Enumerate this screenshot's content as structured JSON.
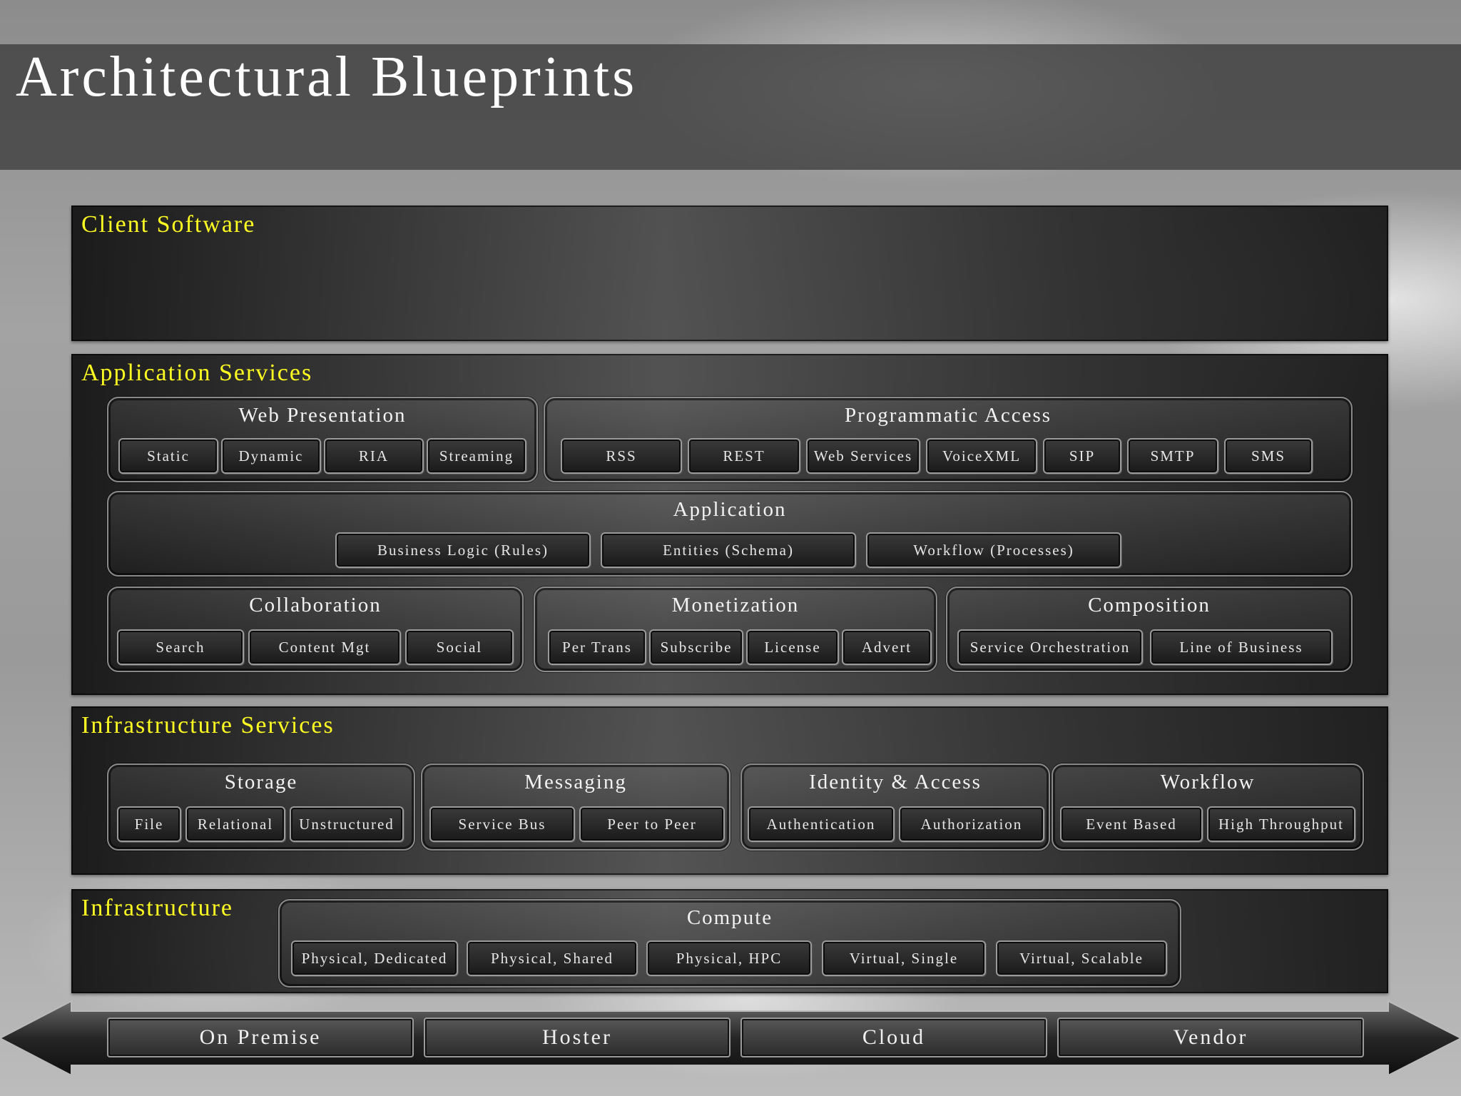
{
  "title": "Architectural Blueprints",
  "client_software": {
    "label": "Client Software"
  },
  "application_services": {
    "label": "Application Services",
    "web_presentation": {
      "title": "Web Presentation",
      "items": [
        "Static",
        "Dynamic",
        "RIA",
        "Streaming"
      ]
    },
    "programmatic_access": {
      "title": "Programmatic Access",
      "items": [
        "RSS",
        "REST",
        "Web Services",
        "VoiceXML",
        "SIP",
        "SMTP",
        "SMS"
      ]
    },
    "application": {
      "title": "Application",
      "items": [
        "Business Logic (Rules)",
        "Entities (Schema)",
        "Workflow (Processes)"
      ]
    },
    "collaboration": {
      "title": "Collaboration",
      "items": [
        "Search",
        "Content Mgt",
        "Social"
      ]
    },
    "monetization": {
      "title": "Monetization",
      "items": [
        "Per Trans",
        "Subscribe",
        "License",
        "Advert"
      ]
    },
    "composition": {
      "title": "Composition",
      "items": [
        "Service Orchestration",
        "Line of Business"
      ]
    }
  },
  "infrastructure_services": {
    "label": "Infrastructure Services",
    "storage": {
      "title": "Storage",
      "items": [
        "File",
        "Relational",
        "Unstructured"
      ]
    },
    "messaging": {
      "title": "Messaging",
      "items": [
        "Service Bus",
        "Peer to Peer"
      ]
    },
    "identity_access": {
      "title": "Identity & Access",
      "items": [
        "Authentication",
        "Authorization"
      ]
    },
    "workflow": {
      "title": "Workflow",
      "items": [
        "Event Based",
        "High Throughput"
      ]
    }
  },
  "infrastructure": {
    "label": "Infrastructure",
    "compute": {
      "title": "Compute",
      "items": [
        "Physical, Dedicated",
        "Physical, Shared",
        "Physical, HPC",
        "Virtual, Single",
        "Virtual, Scalable"
      ]
    }
  },
  "deployment": [
    "On Premise",
    "Hoster",
    "Cloud",
    "Vendor"
  ]
}
